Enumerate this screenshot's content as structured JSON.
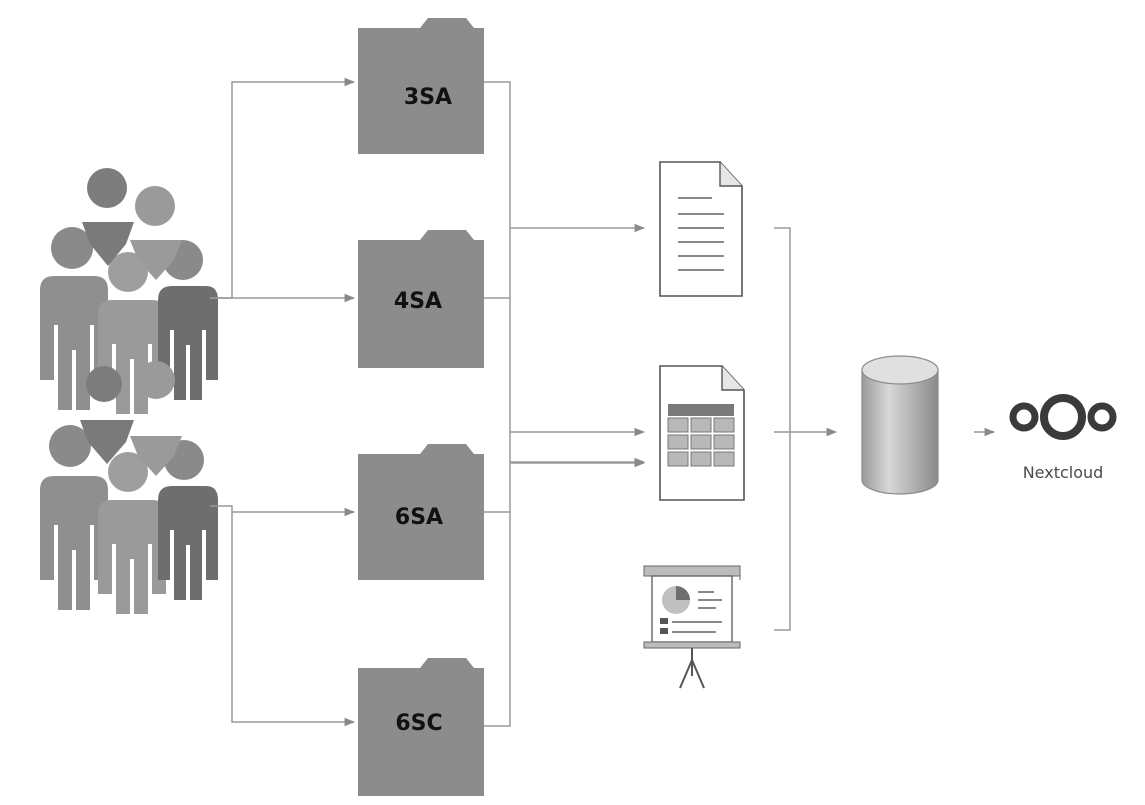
{
  "folders": [
    {
      "label": "3SA"
    },
    {
      "label": "4SA"
    },
    {
      "label": "6SA"
    },
    {
      "label": "6SC"
    }
  ],
  "documents": [
    {
      "icon": "text-document-icon"
    },
    {
      "icon": "spreadsheet-document-icon"
    },
    {
      "icon": "presentation-board-icon"
    }
  ],
  "storage": {
    "icon": "database-cylinder-icon"
  },
  "logo": {
    "icon": "nextcloud-logo-icon",
    "text": "Nextcloud"
  },
  "colors": {
    "folder": "#8c8c8c",
    "people_light": "#8f8f8f",
    "people_dark": "#7a7a7a",
    "connector": "#9a9a9a"
  }
}
